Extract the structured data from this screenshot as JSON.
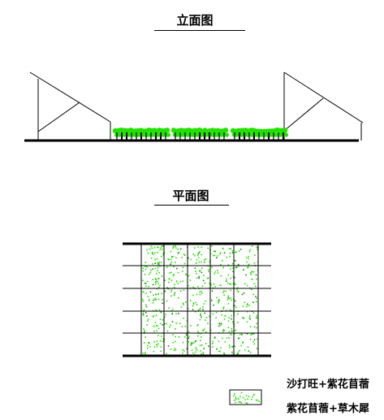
{
  "elevation": {
    "title": "立面图"
  },
  "plan": {
    "title": "平面图"
  },
  "legend": {
    "line1": "沙打旺+紫花苜蓿",
    "line2": "紫花苜蓿+草木犀"
  },
  "colors": {
    "vegetation": "#22e000",
    "vegetation_dark": "#0a8a00",
    "line": "#000000"
  }
}
